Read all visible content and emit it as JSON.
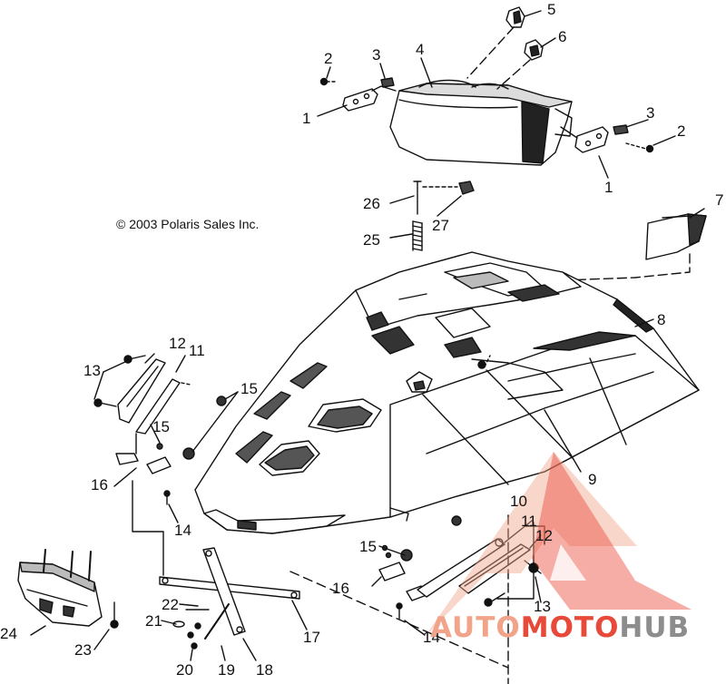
{
  "copyright": "© 2003 Polaris Sales Inc.",
  "callouts": [
    {
      "id": "c5",
      "text": "5"
    },
    {
      "id": "c6",
      "text": "6"
    },
    {
      "id": "c4",
      "text": "4"
    },
    {
      "id": "c3a",
      "text": "3"
    },
    {
      "id": "c2a",
      "text": "2"
    },
    {
      "id": "c1a",
      "text": "1"
    },
    {
      "id": "c3b",
      "text": "3"
    },
    {
      "id": "c2b",
      "text": "2"
    },
    {
      "id": "c1b",
      "text": "1"
    },
    {
      "id": "c7",
      "text": "7"
    },
    {
      "id": "c26",
      "text": "26"
    },
    {
      "id": "c27",
      "text": "27"
    },
    {
      "id": "c25",
      "text": "25"
    },
    {
      "id": "c8",
      "text": "8"
    },
    {
      "id": "c12a",
      "text": "12"
    },
    {
      "id": "c11a",
      "text": "11"
    },
    {
      "id": "c13a",
      "text": "13"
    },
    {
      "id": "c15a",
      "text": "15"
    },
    {
      "id": "c15b",
      "text": "15"
    },
    {
      "id": "c16a",
      "text": "16"
    },
    {
      "id": "c14a",
      "text": "14"
    },
    {
      "id": "c9",
      "text": "9"
    },
    {
      "id": "c10",
      "text": "10"
    },
    {
      "id": "c11b",
      "text": "11"
    },
    {
      "id": "c12b",
      "text": "12"
    },
    {
      "id": "c15c",
      "text": "15"
    },
    {
      "id": "c16b",
      "text": "16"
    },
    {
      "id": "c13b",
      "text": "13"
    },
    {
      "id": "c14b",
      "text": "14"
    },
    {
      "id": "c24",
      "text": "24"
    },
    {
      "id": "c23",
      "text": "23"
    },
    {
      "id": "c22",
      "text": "22"
    },
    {
      "id": "c21",
      "text": "21"
    },
    {
      "id": "c20",
      "text": "20"
    },
    {
      "id": "c19",
      "text": "19"
    },
    {
      "id": "c18",
      "text": "18"
    },
    {
      "id": "c17",
      "text": "17"
    }
  ],
  "watermark": {
    "word_auto": "AUTO",
    "word_moto": "MOTO",
    "word_hub": "HUB",
    "colors": {
      "light": "#f2a48a",
      "red": "#e84a3a",
      "gray": "#8d8d8d"
    }
  }
}
